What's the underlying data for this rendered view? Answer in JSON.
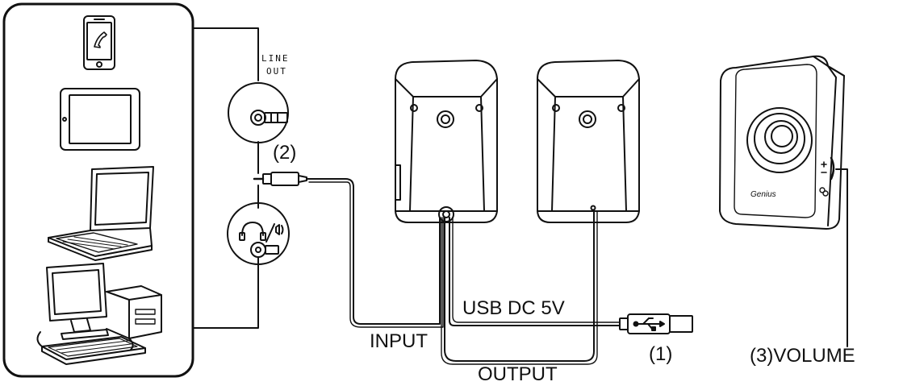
{
  "labels": {
    "line_out_1": "LINE",
    "line_out_2": "OUT",
    "step_2": "(2)",
    "step_1": "(1)",
    "usb": "USB DC 5V",
    "input": "INPUT",
    "output": "OUTPUT",
    "volume": "(3)VOLUME",
    "brand": "Genius"
  },
  "icons": [
    "phone-icon",
    "tablet-icon",
    "laptop-icon",
    "desktop-computer-icon",
    "line-out-jack-icon",
    "headphone-jack-icon",
    "audio-plug-icon",
    "usb-plug-icon"
  ],
  "colors": {
    "line": "#111111",
    "background": "#ffffff"
  }
}
